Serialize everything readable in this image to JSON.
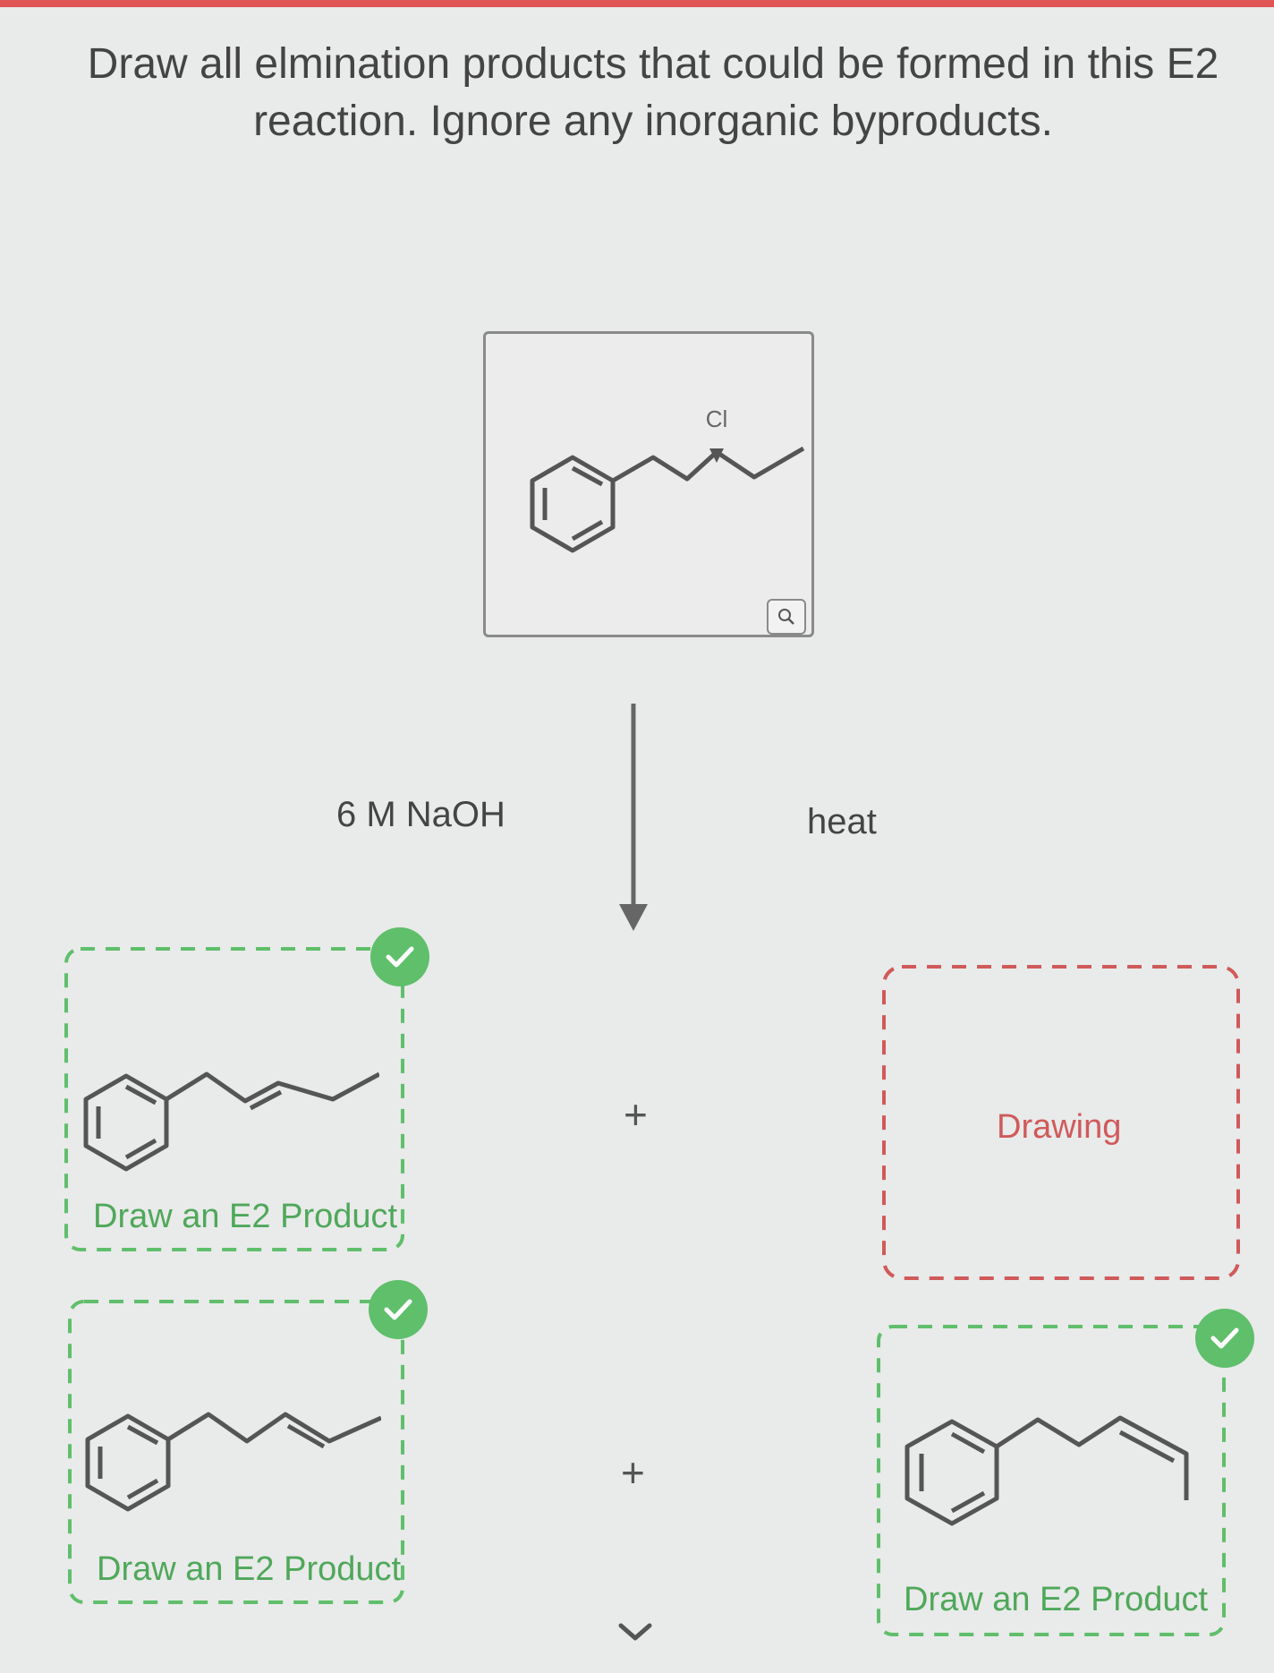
{
  "question": {
    "line1": "Draw all elmination products that could be formed in this E2",
    "line2": "reaction. Ignore any inorganic byproducts."
  },
  "reactant": {
    "atom_label": "Cl",
    "zoom_icon": "zoom-icon"
  },
  "conditions": {
    "reagent": "6 M NaOH",
    "condition": "heat"
  },
  "plus_signs": [
    "+",
    "+"
  ],
  "products": [
    {
      "label": "Draw an E2 Product",
      "status": "correct",
      "status_icon": "check-icon"
    },
    {
      "label": "Drawing",
      "status": "incorrect"
    },
    {
      "label": "Draw an E2 Product",
      "status": "correct",
      "status_icon": "check-icon"
    },
    {
      "label": "Draw an E2 Product",
      "status": "correct",
      "status_icon": "check-icon"
    }
  ],
  "colors": {
    "correct": "#5fbf6b",
    "incorrect": "#d05a5a",
    "accent_bar": "#e05555"
  },
  "nav": {
    "next_icon": "chevron-down-icon"
  }
}
